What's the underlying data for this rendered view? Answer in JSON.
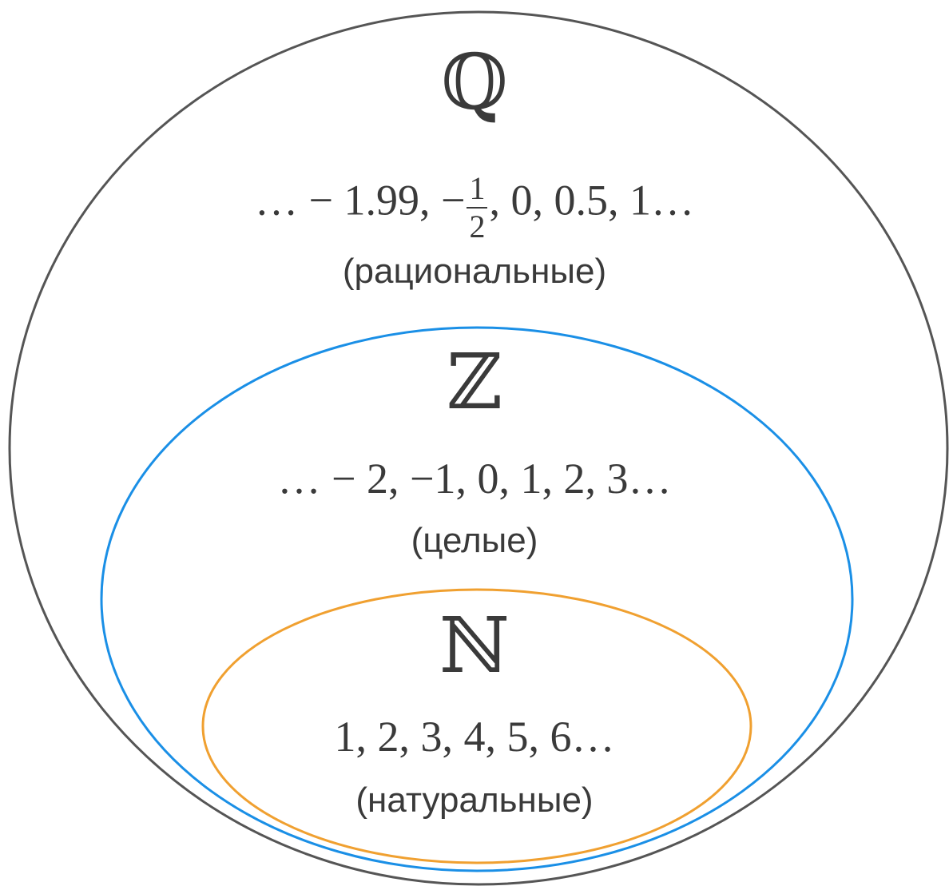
{
  "colors": {
    "outer": "#555555",
    "integers": "#1a8fe6",
    "naturals": "#f0a030",
    "text": "#3a3a3a"
  },
  "rationals": {
    "symbol": "ℚ",
    "before_fraction": "… − 1.99, −",
    "fraction_numerator": "1",
    "fraction_denominator": "2",
    "after_fraction": ", 0, 0.5, 1…",
    "label": "(рациональные)"
  },
  "integers": {
    "symbol": "ℤ",
    "examples": "… − 2, −1, 0, 1, 2, 3…",
    "label": "(целые)"
  },
  "naturals": {
    "symbol": "ℕ",
    "examples": "1, 2, 3, 4, 5, 6…",
    "label": "(натуральные)"
  }
}
